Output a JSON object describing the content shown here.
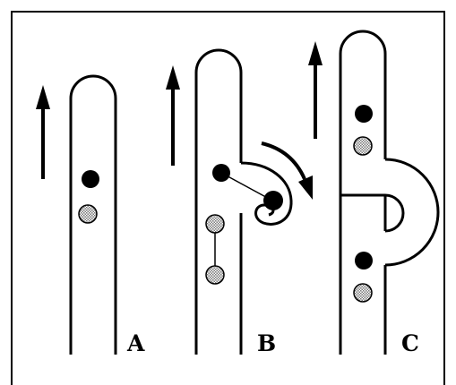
{
  "panels": [
    {
      "id": "A",
      "label": "A"
    },
    {
      "id": "B",
      "label": "B"
    },
    {
      "id": "C",
      "label": "C"
    }
  ],
  "colors": {
    "stroke": "#000000",
    "dark_dot": "#000000",
    "light_dot": "#c8c8c8",
    "background": "#ffffff"
  }
}
